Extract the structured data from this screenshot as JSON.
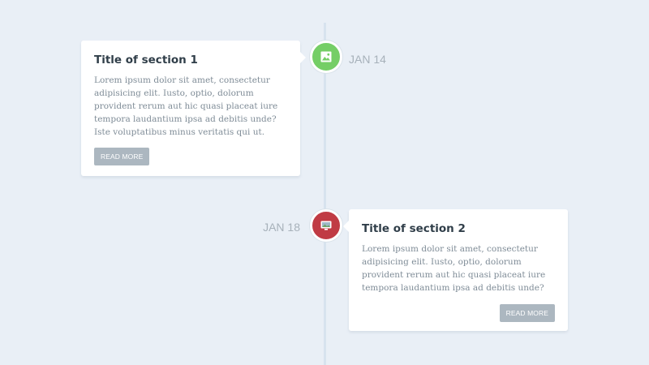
{
  "timeline": {
    "items": [
      {
        "title": "Title of section 1",
        "body": "Lorem ipsum dolor sit amet, consectetur adipisicing elit. Iusto, optio, dolorum provident rerum aut hic quasi placeat iure tempora laudantium ipsa ad debitis unde? Iste voluptatibus minus veritatis qui ut.",
        "button_label": "READ MORE",
        "date": "JAN 14",
        "icon": "picture-icon",
        "marker_color": "#75ce66"
      },
      {
        "title": "Title of section 2",
        "body": "Lorem ipsum dolor sit amet, consectetur adipisicing elit. Iusto, optio, dolorum provident rerum aut hic quasi placeat iure tempora laudantium ipsa ad debitis unde?",
        "button_label": "READ MORE",
        "date": "JAN 18",
        "icon": "movie-icon",
        "marker_color": "#c03b44"
      }
    ]
  },
  "colors": {
    "background": "#e9eff6",
    "line": "#d7e3ee",
    "card": "#ffffff",
    "title": "#303e49",
    "text": "#7f8c97",
    "button": "#acb7c0",
    "date": "#a7b1ba"
  }
}
